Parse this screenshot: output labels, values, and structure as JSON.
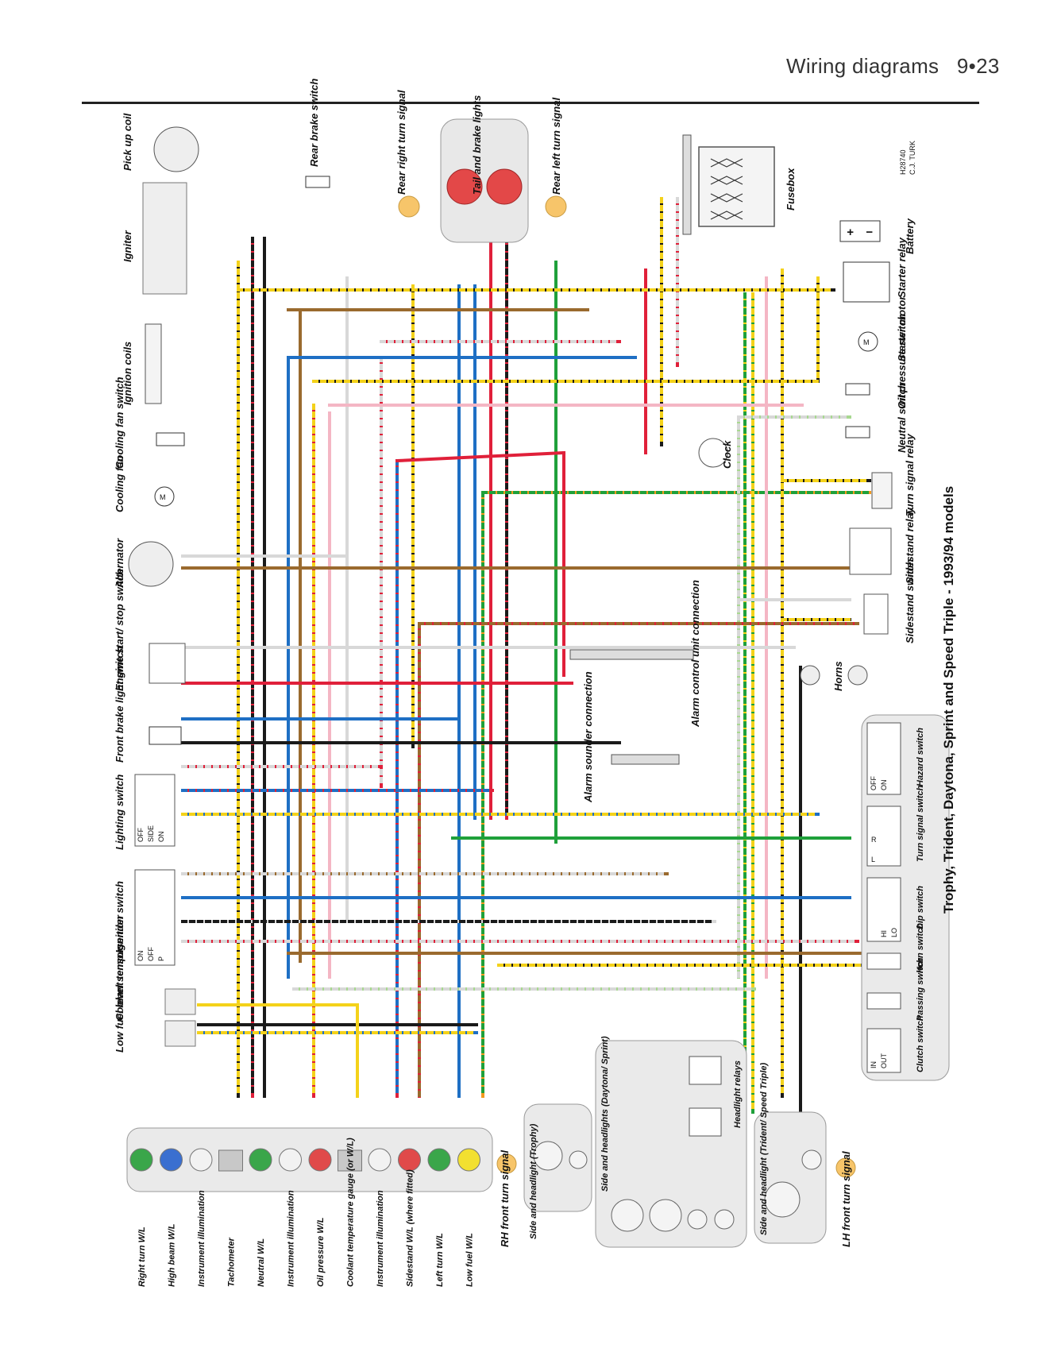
{
  "header": {
    "title": "Wiring diagrams",
    "page": "9•23"
  },
  "title_side": "Trophy, Trident, Daytona, Sprint and Speed Triple - 1993/94 models",
  "credit": [
    "H28740",
    "C.J. TURK"
  ],
  "components": {
    "pickup_coil": "Pick up coil",
    "igniter": "Igniter",
    "ignition_coils": "Ignition coils",
    "cooling_fan_switch": "Cooling fan switch",
    "cooling_fan": "Cooling fan",
    "alternator": "Alternator",
    "engine_start_stop": "Engine start/ stop switch",
    "front_brake": "Front brake light switch",
    "lighting_switch": "Lighting switch",
    "ignition_switch": "Ignition switch",
    "coolant_sender": "Coolant temp. sender",
    "low_fuel_sensor": "Low fuel level sensor",
    "rear_brake": "Rear brake switch",
    "rear_right_turn": "Rear right turn signal",
    "tail_brake": "Tail and brake lights",
    "rear_left_turn": "Rear left turn signal",
    "fusebox": "Fusebox",
    "battery": "Battery",
    "starter_relay": "Starter relay",
    "starter_motor": "Starter motor",
    "oil_pressure_switch": "Oil pressure switch",
    "neutral_switch": "Neutral switch",
    "clock": "Clock",
    "turn_signal_relay": "Turn signal relay",
    "sidestand_relay": "Sidestand relay",
    "sidestand_switch": "Sidestand switch",
    "alarm_control": "Alarm control unit connection",
    "alarm_sounder": "Alarm sounder connection",
    "horns": "Horns",
    "hazard_switch": "Hazard switch",
    "turn_signal_switch": "Turn signal switch",
    "dip_switch": "Dip switch",
    "horn_switch": "Horn switch",
    "passing_switch": "Passing switch",
    "clutch_switch": "Clutch switch",
    "headlight_relays": "Headlight relays",
    "side_head_trophy": "Side and headlight (Trophy)",
    "side_head_daytona": "Side and headlights (Daytona/ Sprint)",
    "side_head_trident": "Side and headlight (Trident/ Speed Triple)",
    "lh_front_turn": "LH front turn signal",
    "rh_front_turn": "RH front turn signal"
  },
  "switch_marks": {
    "lighting": [
      "OFF",
      "SIDE",
      "ON"
    ],
    "ignition": [
      "ON",
      "OFF",
      "P"
    ],
    "hazard": [
      "OFF",
      "ON"
    ],
    "turn": [
      "L",
      "R"
    ],
    "dip": [
      "HI",
      "LO"
    ],
    "clutch": [
      "IN",
      "OUT"
    ],
    "battery_plus": "+",
    "battery_minus": "−",
    "motor": "M"
  },
  "warning_lamps": [
    {
      "label": "Right turn W/L",
      "color": "#3aa64a"
    },
    {
      "label": "High beam W/L",
      "color": "#3a6fd0"
    },
    {
      "label": "Instrument illumination",
      "color": "#f2f2f2"
    },
    {
      "label": "Tachometer",
      "color": "#c8c8c8"
    },
    {
      "label": "Neutral W/L",
      "color": "#3aa64a"
    },
    {
      "label": "Instrument illumination",
      "color": "#f2f2f2"
    },
    {
      "label": "Oil pressure W/L",
      "color": "#e04a4a"
    },
    {
      "label": "Coolant temperature gauge (or W/L)",
      "color": "#c8c8c8"
    },
    {
      "label": "Instrument illumination",
      "color": "#f2f2f2"
    },
    {
      "label": "Sidestand W/L (where fitted)",
      "color": "#e04a4a"
    },
    {
      "label": "Left turn W/L",
      "color": "#3aa64a"
    },
    {
      "label": "Low fuel W/L",
      "color": "#f2e030"
    }
  ],
  "wire_colors": {
    "black": "#1a1a1a",
    "red": "#e0203a",
    "blue": "#1e6fc4",
    "green": "#1fa03a",
    "yellow": "#f4d21a",
    "brown": "#9a6a2e",
    "orange": "#f39a1e",
    "white": "#d8d8d8",
    "pink": "#f4b6c4",
    "lightgreen": "#a8d890",
    "purple": "#c8a8d8",
    "lightblue": "#a8d0f0"
  }
}
